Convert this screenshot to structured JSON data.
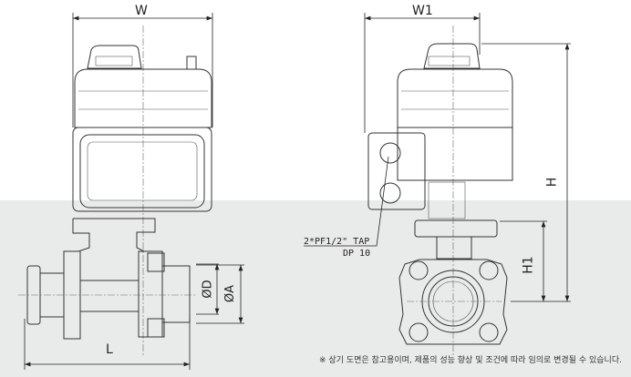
{
  "dimensions": {
    "w": "W",
    "w1": "W1",
    "h": "H",
    "h1": "H1",
    "l": "L",
    "d": "ØD",
    "a": "ØA"
  },
  "tap_label": {
    "line1": "2*PF1/2\" TAP",
    "line2": "DP 10"
  },
  "note": "※ 상기 도면은 참고용이며, 제품의 성능 향상 및 조건에 따라 임의로 변경될 수 있습니다."
}
